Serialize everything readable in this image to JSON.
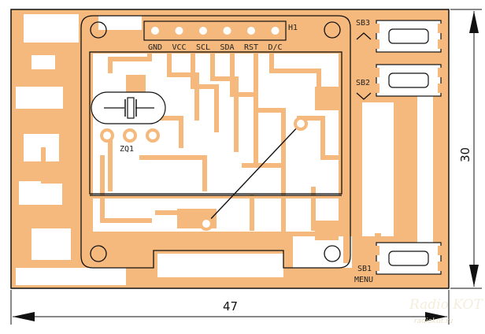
{
  "header": {
    "label": "H1"
  },
  "header_pins": [
    "GND",
    "VCC",
    "SCL",
    "SDA",
    "RST",
    "D/C"
  ],
  "buttons": [
    {
      "id": "sb3",
      "label": "SB3",
      "symbol": "up-arrow-icon"
    },
    {
      "id": "sb2",
      "label": "SB2",
      "symbol": "down-arrow-icon"
    },
    {
      "id": "sb1",
      "label": "SB1",
      "sublabel": "MENU"
    }
  ],
  "crystal": {
    "label": "ZQ1"
  },
  "dimensions": {
    "width": "47",
    "height": "30"
  },
  "watermark": {
    "name": "Radio KOT",
    "site": "radiokot.ru"
  },
  "colors": {
    "copper": "#f6b97d",
    "outline": "#111111",
    "board": "#ffffff"
  }
}
